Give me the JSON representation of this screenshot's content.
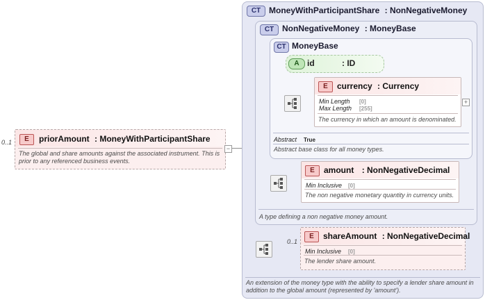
{
  "root": {
    "cardinality": "0..1",
    "badge": "E",
    "name": "priorAmount",
    "type": ": MoneyWithParticipantShare",
    "doc": "The global and share amounts against the associated instrument. This is prior to any referenced business events.",
    "toggle": "−"
  },
  "money_with_participant_share": {
    "badge": "CT",
    "name": "MoneyWithParticipantShare",
    "base": ": NonNegativeMoney",
    "doc": "An extension of the money type with the ability to specify a lender share amount in addition to the global amount (represented by 'amount')."
  },
  "non_negative_money": {
    "badge": "CT",
    "name": "NonNegativeMoney",
    "base": ": MoneyBase",
    "doc": "A type defining a non negative money amount."
  },
  "money_base": {
    "badge": "CT",
    "name": "MoneyBase",
    "abstract_label": "Abstract",
    "abstract_value": "True",
    "doc": "Abstract base class for all money types."
  },
  "id_attribute": {
    "badge": "A",
    "name": "id",
    "type": ": ID"
  },
  "currency": {
    "badge": "E",
    "name": "currency",
    "type": ": Currency",
    "props": [
      {
        "k": "Min Length",
        "v": "[0]"
      },
      {
        "k": "Max Length",
        "v": "[255]"
      }
    ],
    "doc": "The currency in which an amount is denominated.",
    "toggle": "+"
  },
  "amount": {
    "badge": "E",
    "name": "amount",
    "type": ": NonNegativeDecimal",
    "props": [
      {
        "k": "Min Inclusive",
        "v": "[0]"
      }
    ],
    "doc": "The non negative monetary quantity in currency units."
  },
  "share_amount": {
    "cardinality": "0..1",
    "badge": "E",
    "name": "shareAmount",
    "type": ": NonNegativeDecimal",
    "props": [
      {
        "k": "Min Inclusive",
        "v": "[0]"
      }
    ],
    "doc": "The lender share amount."
  },
  "colors": {
    "ct_bg": "#e6e8f4",
    "element_bg": "#fcefef",
    "attribute_bg": "#eaf8e6"
  }
}
